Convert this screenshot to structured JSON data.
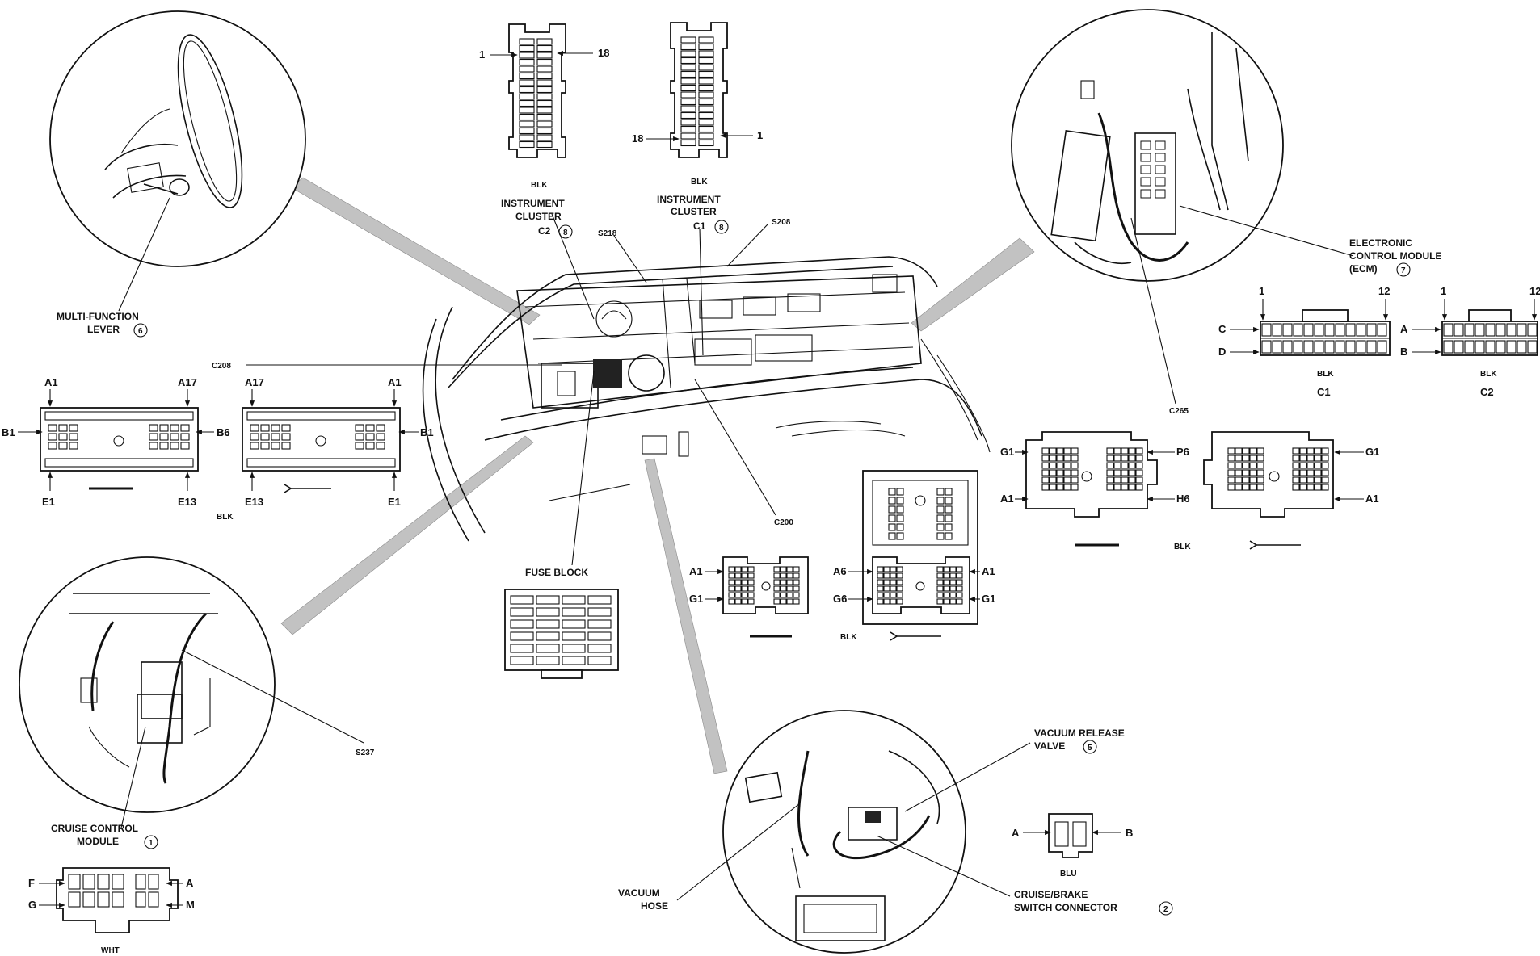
{
  "labels": {
    "multi_function_lever": [
      "MULTI-FUNCTION",
      "LEVER"
    ],
    "multi_function_lever_num": "6",
    "instrument_cluster_c2": [
      "INSTRUMENT",
      "CLUSTER",
      "C2"
    ],
    "instrument_cluster_c2_num": "8",
    "instrument_cluster_c1": [
      "INSTRUMENT",
      "CLUSTER",
      "C1"
    ],
    "instrument_cluster_c1_num": "8",
    "s218": "S218",
    "s208": "S208",
    "c208": "C208",
    "c200": "C200",
    "c265": "C265",
    "s237": "S237",
    "fuse_block": "FUSE BLOCK",
    "ecm": [
      "ELECTRONIC",
      "CONTROL MODULE",
      "(ECM)"
    ],
    "ecm_num": "7",
    "cruise_control_module": [
      "CRUISE CONTROL",
      "MODULE"
    ],
    "cruise_control_module_num": "1",
    "vacuum_release_valve": [
      "VACUUM RELEASE",
      "VALVE"
    ],
    "vacuum_release_valve_num": "5",
    "vacuum_hose": [
      "VACUUM",
      "HOSE"
    ],
    "cruise_brake_switch": [
      "CRUISE/BRAKE",
      "SWITCH CONNECTOR"
    ],
    "cruise_brake_switch_num": "2"
  },
  "cluster_c2": {
    "pin_left": "1",
    "pin_right": "18",
    "color": "BLK"
  },
  "cluster_c1": {
    "pin_left": "18",
    "pin_right": "1",
    "color": "BLK"
  },
  "c208": {
    "left": {
      "tl": "A1",
      "tr": "A17",
      "l": "B1",
      "r": "B6",
      "bl": "E1",
      "br": "E13"
    },
    "right": {
      "tl": "A17",
      "tr": "A1",
      "l": "B6",
      "r": "B1",
      "bl": "E13",
      "br": "E1"
    },
    "color": "BLK"
  },
  "ecm_conn": {
    "c1": {
      "tl": "1",
      "tr": "12",
      "row1": "C",
      "row2": "D",
      "name": "C1",
      "color": "BLK"
    },
    "c2": {
      "tl": "1",
      "tr": "12",
      "row1": "A",
      "row2": "B",
      "name": "C2",
      "color": "BLK"
    }
  },
  "c265": {
    "left": {
      "tl": "G1",
      "bl": "A1",
      "tr": "P6",
      "br": "H6"
    },
    "right": {
      "tl": "P6",
      "bl": "H6",
      "tr": "G1",
      "br": "A1"
    },
    "color": "BLK"
  },
  "c200": {
    "left": {
      "tl": "A1",
      "bl": "G1",
      "tr": "A6",
      "br": "G6"
    },
    "right": {
      "tl": "A6",
      "bl": "G6",
      "tr": "A1",
      "br": "G1"
    },
    "color": "BLK"
  },
  "ccm_conn": {
    "tl": "F",
    "bl": "G",
    "tr": "A",
    "br": "M",
    "color": "WHT"
  },
  "brake_conn": {
    "l": "A",
    "r": "B",
    "color": "BLU"
  }
}
